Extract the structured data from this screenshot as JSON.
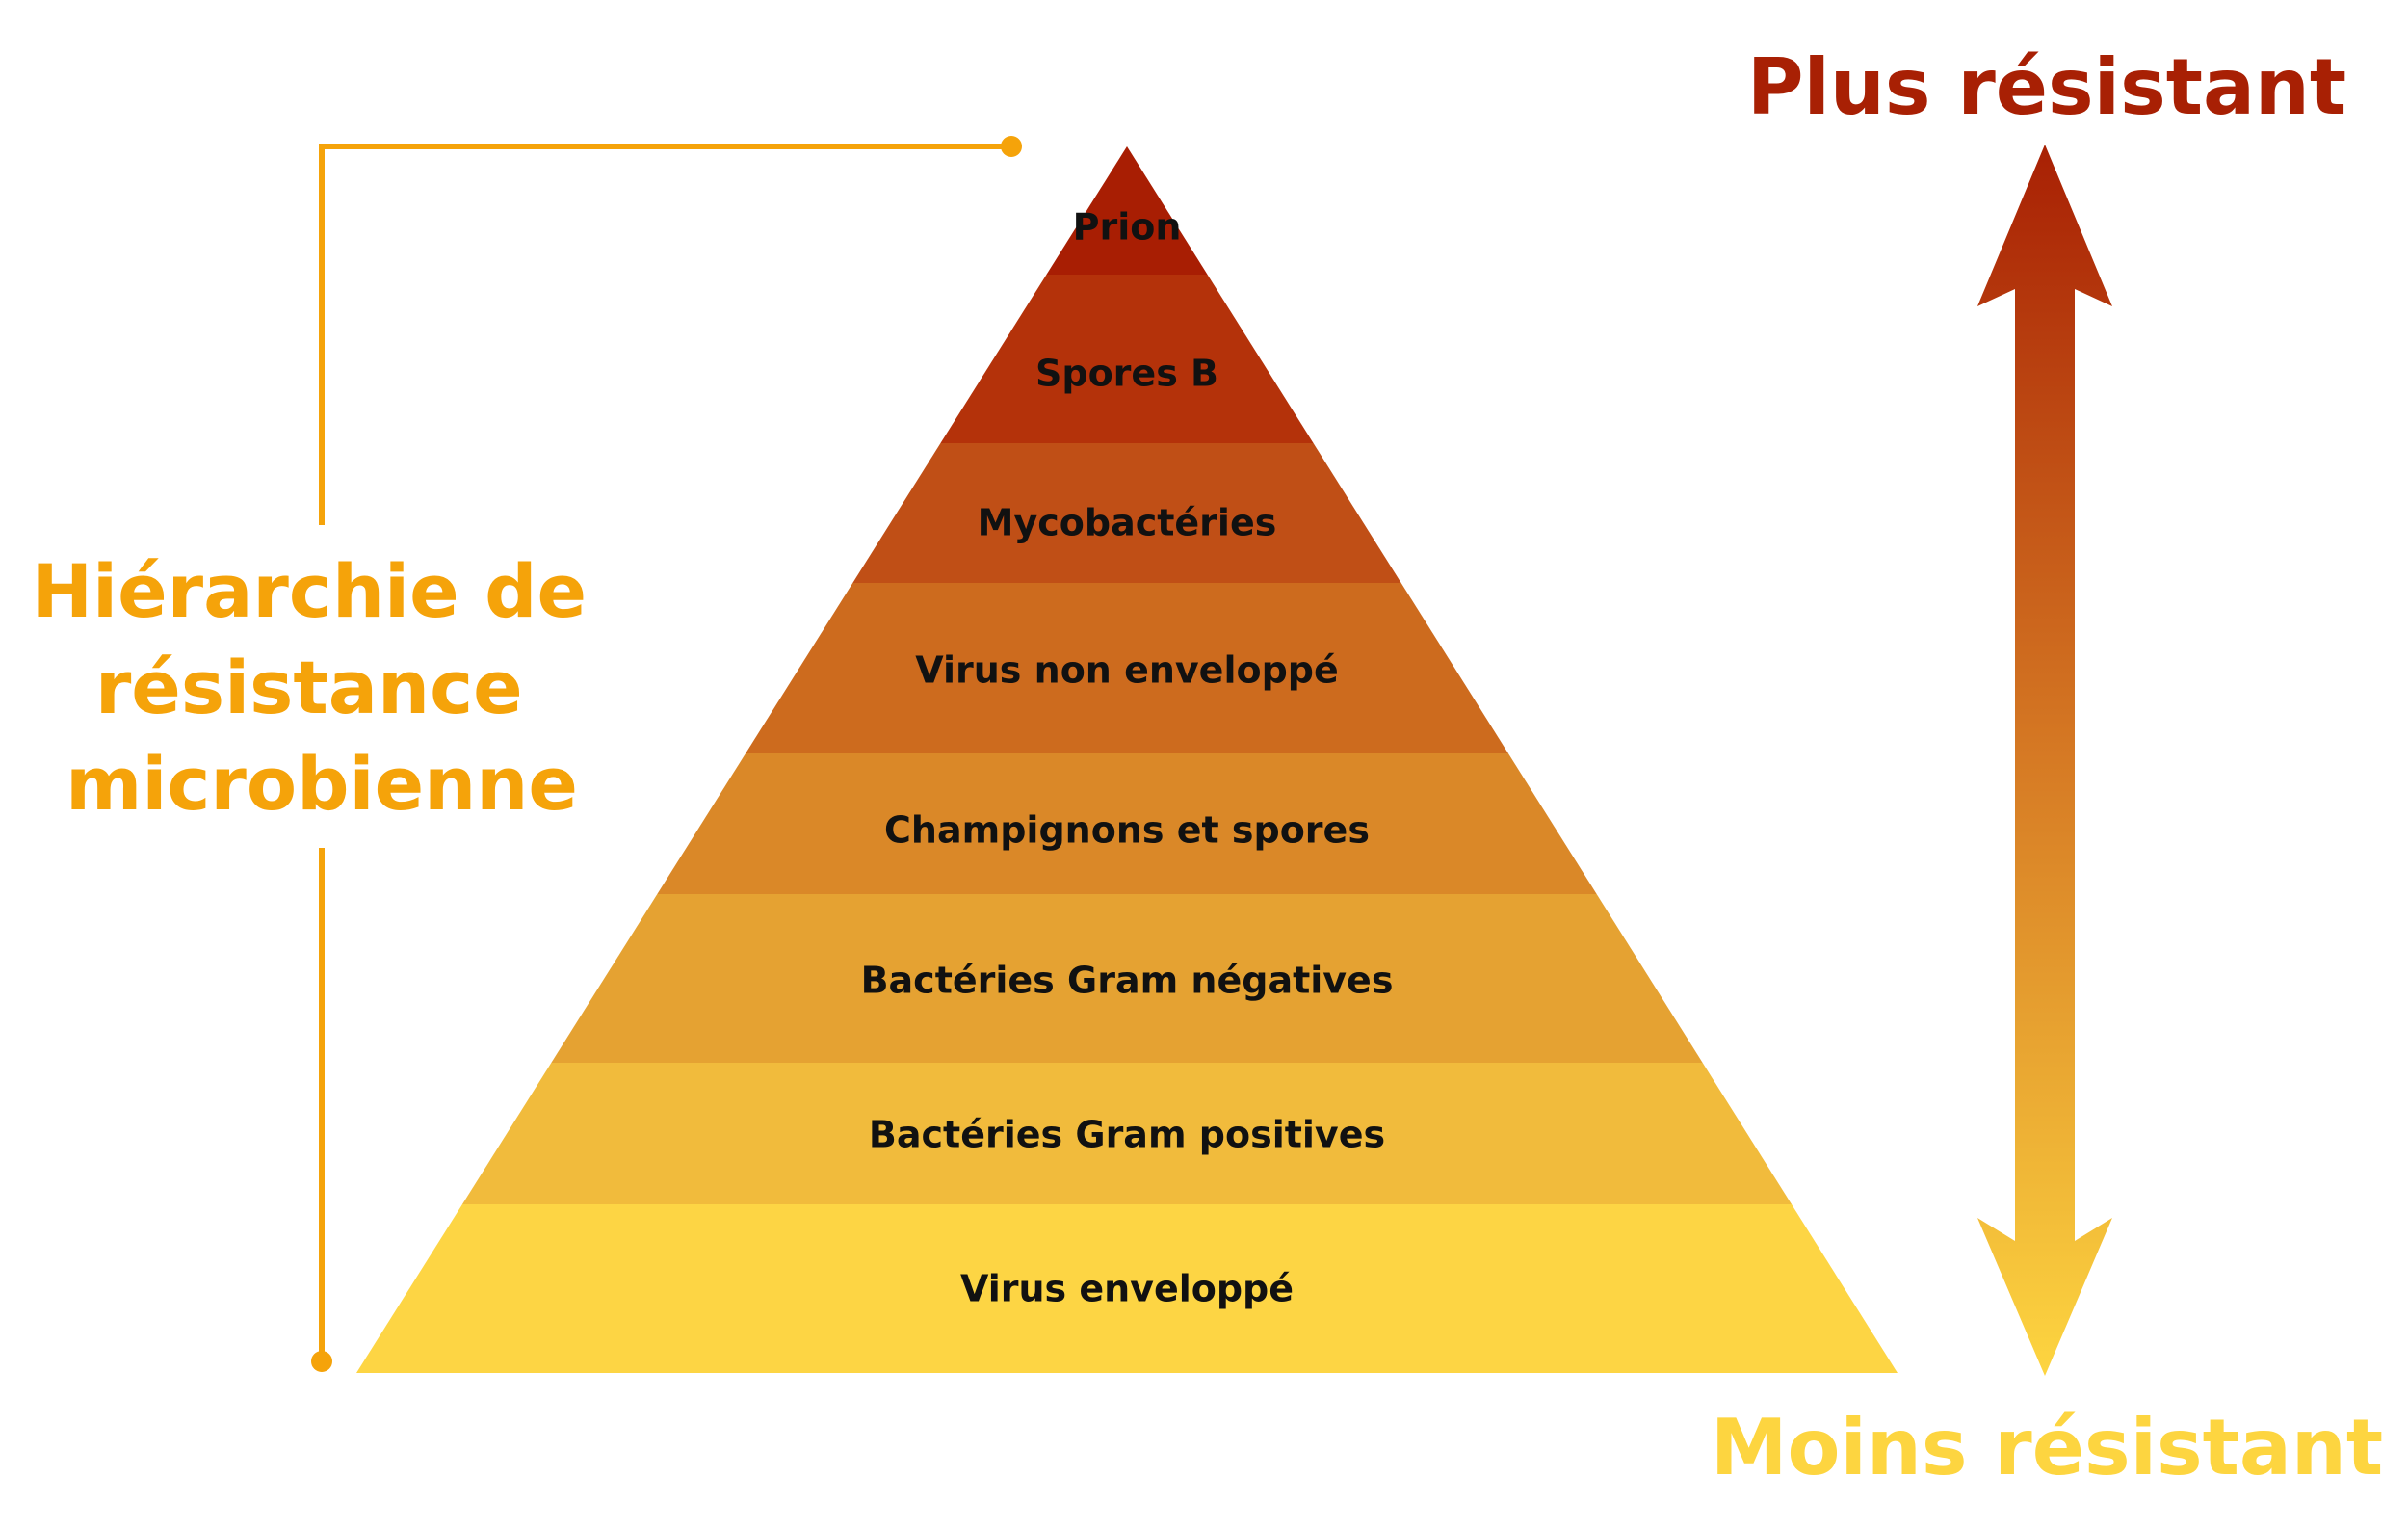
{
  "title": {
    "lines": [
      "Hiérarchie de",
      "résistance",
      "microbienne"
    ],
    "color": "#F5A30A"
  },
  "scale": {
    "top_label": "Plus résistant",
    "bottom_label": "Moins résistant",
    "top_color": "#A82004",
    "bottom_color": "#FDD540"
  },
  "pyramid": {
    "tiers": [
      {
        "label": "Prion",
        "color": "#A81E03"
      },
      {
        "label": "Spores B",
        "color": "#B4320A"
      },
      {
        "label": "Mycobactéries",
        "color": "#C04F16"
      },
      {
        "label": "Virus non enveloppé",
        "color": "#CD6B1E"
      },
      {
        "label": "Champignons et spores",
        "color": "#DA8828"
      },
      {
        "label": "Bactéries Gram négatives",
        "color": "#E5A232"
      },
      {
        "label": "Bactéries Gram positives",
        "color": "#F1BB3C"
      },
      {
        "label": "Virus enveloppé",
        "color": "#FDD544"
      }
    ]
  },
  "bracket": {
    "color": "#F5A30A"
  }
}
